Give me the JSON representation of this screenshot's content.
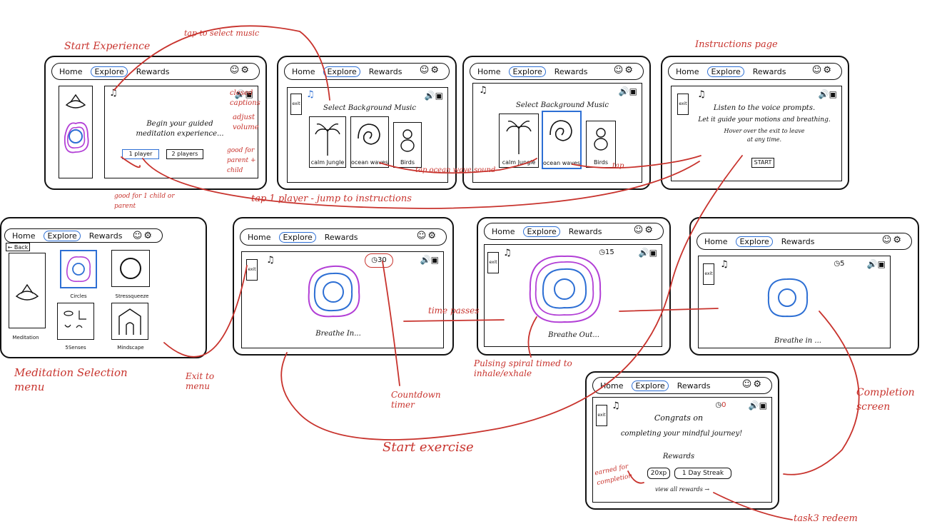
{
  "nav": {
    "home": "Home",
    "explore": "Explore",
    "rewards": "Rewards",
    "icons": "user-icon,gear-icon"
  },
  "common": {
    "exit": "exit"
  },
  "frame1": {
    "text": "Begin your guided meditation experience...",
    "btn1": "1 player",
    "btn2": "2 players"
  },
  "frame2": {
    "title": "Select Background Music",
    "cards": [
      "calm Jungle",
      "ocean waves",
      "Birds"
    ]
  },
  "frame3": {
    "title": "Select Background Music",
    "cards": [
      "calm Jungle",
      "ocean waves",
      "Birds"
    ]
  },
  "frame4": {
    "line1": "Listen to the voice prompts.",
    "line2": "Let it guide your motions and breathing.",
    "line3": "Hover over the exit to leave",
    "line4": "at any time.",
    "start": "START"
  },
  "frame5": {
    "back": "← Back",
    "left_label": "Meditation",
    "items": [
      "Circles",
      "Stressqueeze",
      "5Senses",
      "Mindscape"
    ]
  },
  "frame6": {
    "timer": "30",
    "caption": "Breathe In..."
  },
  "frame7": {
    "timer": "15",
    "caption": "Breathe Out..."
  },
  "frame8": {
    "timer": "5",
    "caption": "Breathe in ..."
  },
  "frame9": {
    "timer": "0",
    "line1": "Congrats on",
    "line2": "completing your mindful journey!",
    "rewards": "Rewards",
    "xp": "20xp",
    "streak": "1 Day Streak",
    "view_all": "view all rewards →"
  },
  "annotations": {
    "start_experience": "Start Experience",
    "tap_select_music": "tap to select music",
    "instructions_page": "Instructions page",
    "closed_captions": "closed captions",
    "adjust_volume": "adjust volume",
    "good_parent_child": "good for parent + child",
    "good_1_child": "good for 1 child or parent",
    "tap_ocean": "tap ocean wave sound",
    "tap": "tap",
    "tap_1_player": "tap 1 player - jump to instructions",
    "meditation_selection": "Meditation Selection menu",
    "exit_to_menu": "Exit to menu",
    "time_passes": "time passes",
    "pulsing_spiral": "Pulsing spiral timed to inhale/exhale",
    "countdown_timer": "Countdown timer",
    "start_exercise": "Start exercise",
    "completion_screen": "Completion screen",
    "earned_for_completion": "earned for completion",
    "task3_redeem": "task3 redeem"
  },
  "colors": {
    "annotation": "#c8332d",
    "highlight": "#2d6fd4",
    "spiral_outer": "#b23fd6"
  }
}
